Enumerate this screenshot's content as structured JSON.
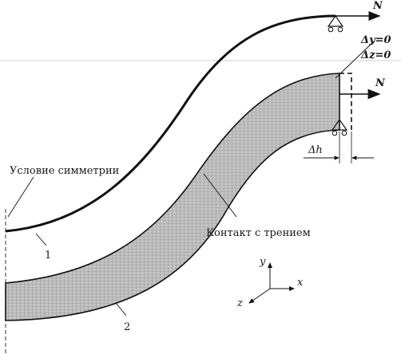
{
  "labels": {
    "symmetry": "Условие симметрии",
    "friction": "Контакт с трением",
    "part1": "1",
    "part2": "2",
    "force_top": "N",
    "force_right": "N",
    "dy": "Δy=0",
    "dz": "Δz=0",
    "dh": "Δh",
    "axis_x": "x",
    "axis_y": "y",
    "axis_z": "z"
  },
  "colors": {
    "line": "#111111",
    "mesh_fill": "#bdbdbd",
    "mesh_line": "#6e6e6e",
    "guide": "#cfcfcf"
  },
  "icons": {
    "support_top": "roller-support-icon",
    "support_bottom": "roller-support-icon"
  }
}
